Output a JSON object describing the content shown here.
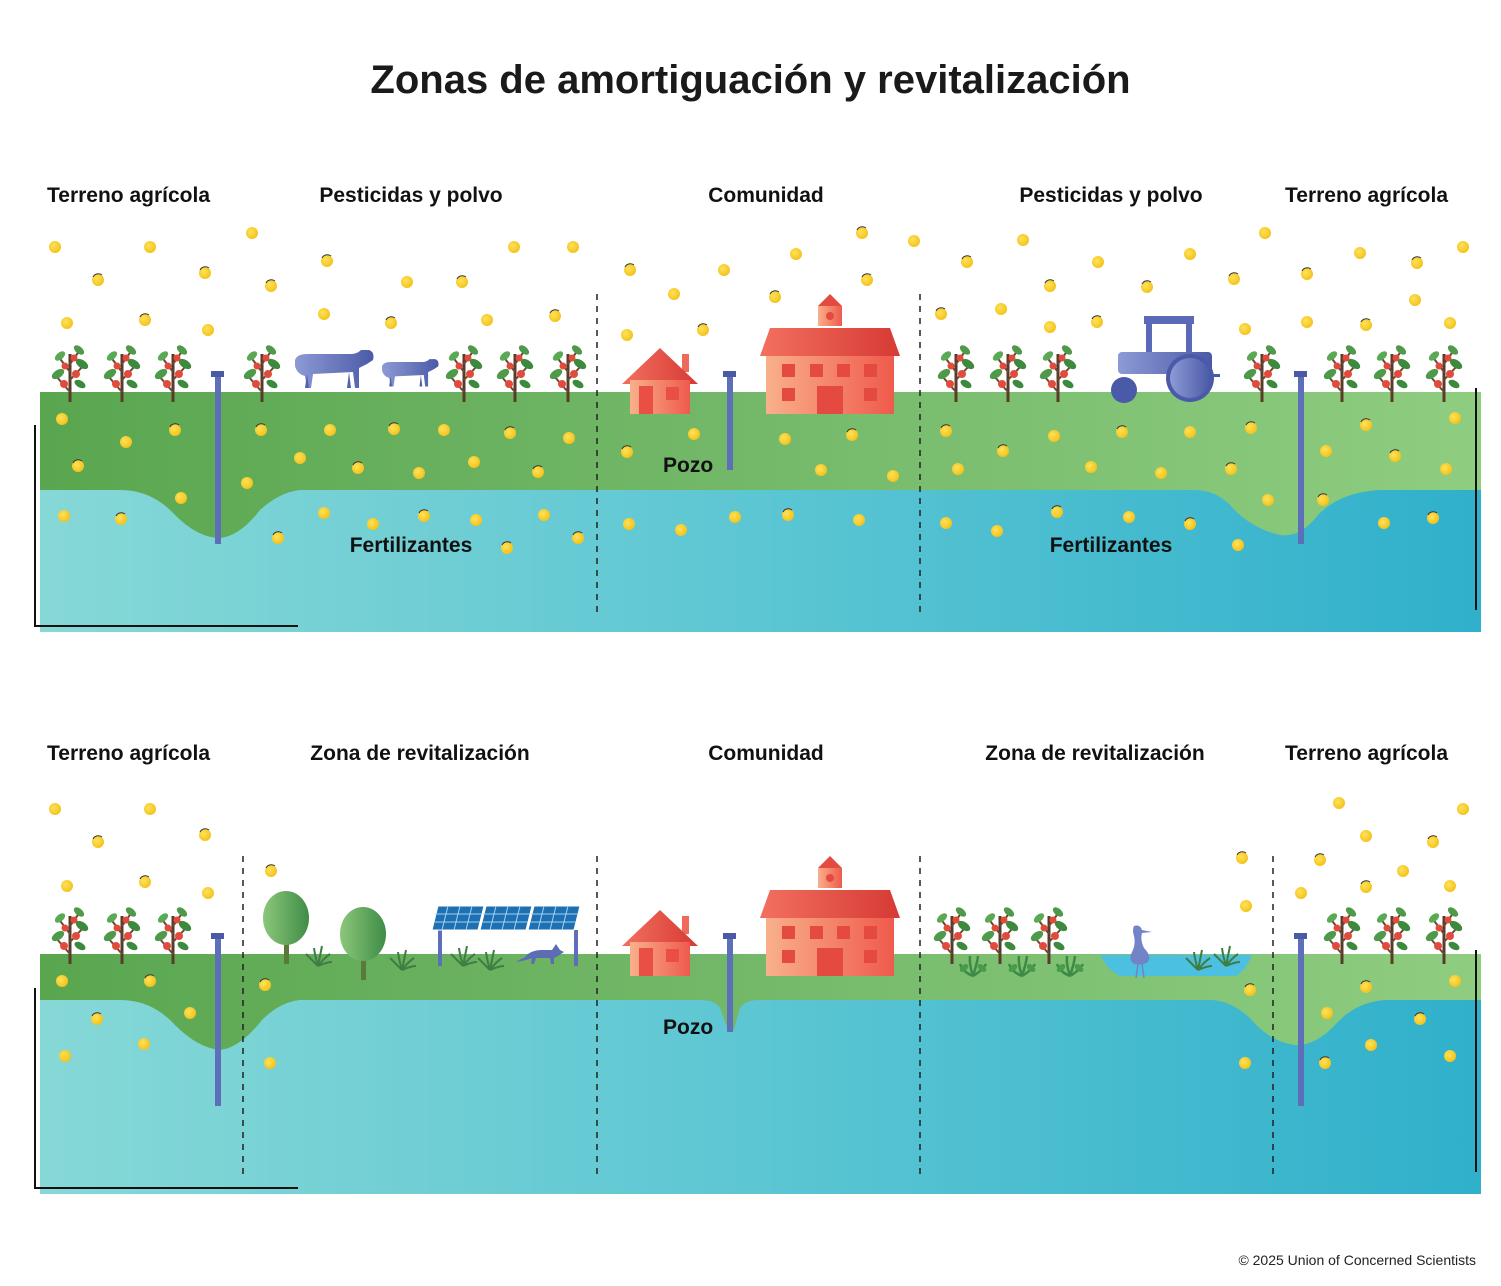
{
  "title": "Zonas de amortiguación y revitalización",
  "copyright": "© 2025 Union of Concerned Scientists",
  "colors": {
    "soil_dark": "#5fa855",
    "soil_light": "#8cca7c",
    "water_light": "#7dd3d3",
    "water_dark": "#2fb0c9",
    "particle": "#f5c518",
    "building": "#f26b5b",
    "well": "#5d6fb8",
    "animal": "#6e7fc4"
  },
  "panel_top": {
    "zone_labels": [
      "Terreno agrícola",
      "Pesticidas y polvo",
      "Comunidad",
      "Pesticidas y polvo",
      "Terreno agrícola"
    ],
    "well_label": "Pozo",
    "fertilizer_labels": [
      "Fertilizantes",
      "Fertilizantes"
    ]
  },
  "panel_bottom": {
    "zone_labels": [
      "Terreno agrícola",
      "Zona de revitalización",
      "Comunidad",
      "Zona de revitalización",
      "Terreno agrícola"
    ],
    "well_label": "Pozo"
  },
  "icons": [
    "crop-plant-icon",
    "cow-icon",
    "house-icon",
    "school-icon",
    "tractor-icon",
    "well-pipe-icon",
    "tree-icon",
    "grass-icon",
    "solar-panel-icon",
    "fox-icon",
    "heron-icon",
    "pond-icon",
    "particle-icon"
  ]
}
